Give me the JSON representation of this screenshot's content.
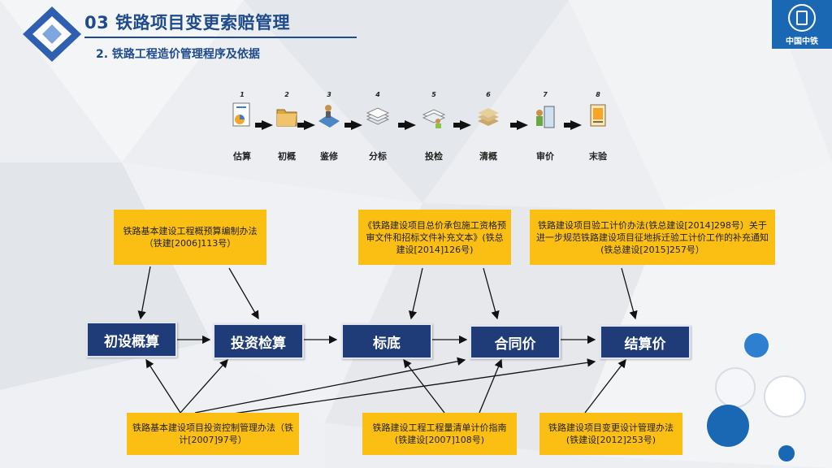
{
  "header": {
    "title": "03 铁路项目变更索赔管理",
    "subtitle": "2. 铁路工程造价管理程序及依据"
  },
  "logo": {
    "name": "中国中铁",
    "icon": "crec-logo-icon"
  },
  "steps": [
    {
      "num": "1",
      "label": "估算",
      "icon": "chart-report-icon"
    },
    {
      "num": "2",
      "label": "初概",
      "icon": "folder-icon"
    },
    {
      "num": "3",
      "label": "鉴修",
      "icon": "blueprint-icon"
    },
    {
      "num": "4",
      "label": "分标",
      "icon": "stacked-sheets-icon"
    },
    {
      "num": "5",
      "label": "投检",
      "icon": "documents-user-icon"
    },
    {
      "num": "6",
      "label": "清概",
      "icon": "paper-stack-icon"
    },
    {
      "num": "7",
      "label": "审价",
      "icon": "door-user-icon"
    },
    {
      "num": "8",
      "label": "末验",
      "icon": "certificate-icon"
    }
  ],
  "nodes": {
    "n1": "初设概算",
    "n2": "投资检算",
    "n3": "标底",
    "n4": "合同价",
    "n5": "结算价"
  },
  "notes": {
    "top1": "铁路基本建设工程概预算编制办法（铁建[2006]113号）",
    "top2": "《铁路建设项目总价承包施工资格预审文件和招标文件补充文本》(铁总建设[2014]126号)",
    "top3": "铁路建设项目验工计价办法(铁总建设[2014]298号）关于进一步规范铁路建设项目征地拆迁验工计价工作的补充通知(铁总建设[2015]257号）",
    "bot1": "铁路基本建设项目投资控制管理办法（铁计[2007]97号）",
    "bot2": "铁路建设工程工程量清单计价指南(铁建设[2007]108号)",
    "bot3": "铁路建设项目变更设计管理办法(铁建设[2012]253号)"
  },
  "colors": {
    "title": "#1e4b8c",
    "node_fill": "#1f3c78",
    "note_fill": "#fbbf13",
    "accent_blue": "#1a67b4"
  }
}
